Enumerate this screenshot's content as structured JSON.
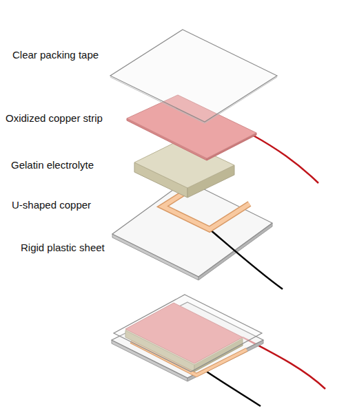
{
  "diagram": {
    "labels": [
      "Clear packing tape",
      "Oxidized copper strip",
      "Gelatin electrolyte",
      "U-shaped copper",
      "Rigid plastic sheet"
    ]
  }
}
